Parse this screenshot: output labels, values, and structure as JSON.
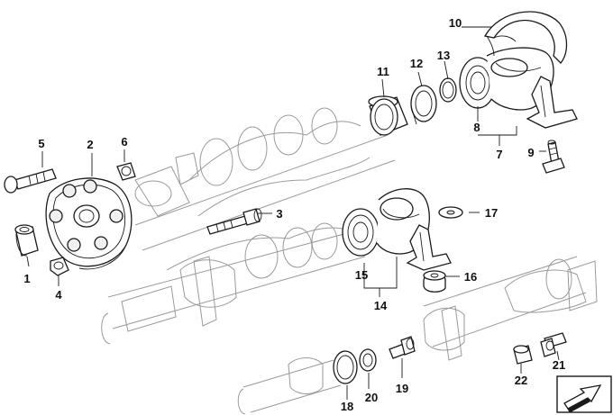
{
  "diagram": {
    "part_numbers": [
      "1",
      "2",
      "3",
      "4",
      "5",
      "6",
      "7",
      "8",
      "9",
      "10",
      "11",
      "12",
      "13",
      "14",
      "15",
      "16",
      "17",
      "18",
      "19",
      "20",
      "21",
      "22"
    ]
  },
  "colors": {
    "line": "#1a1a1a",
    "ghost_line": "#9a9a9a",
    "background": "#ffffff"
  },
  "icons": {
    "corner_badge": "view-direction-arrow-icon"
  }
}
